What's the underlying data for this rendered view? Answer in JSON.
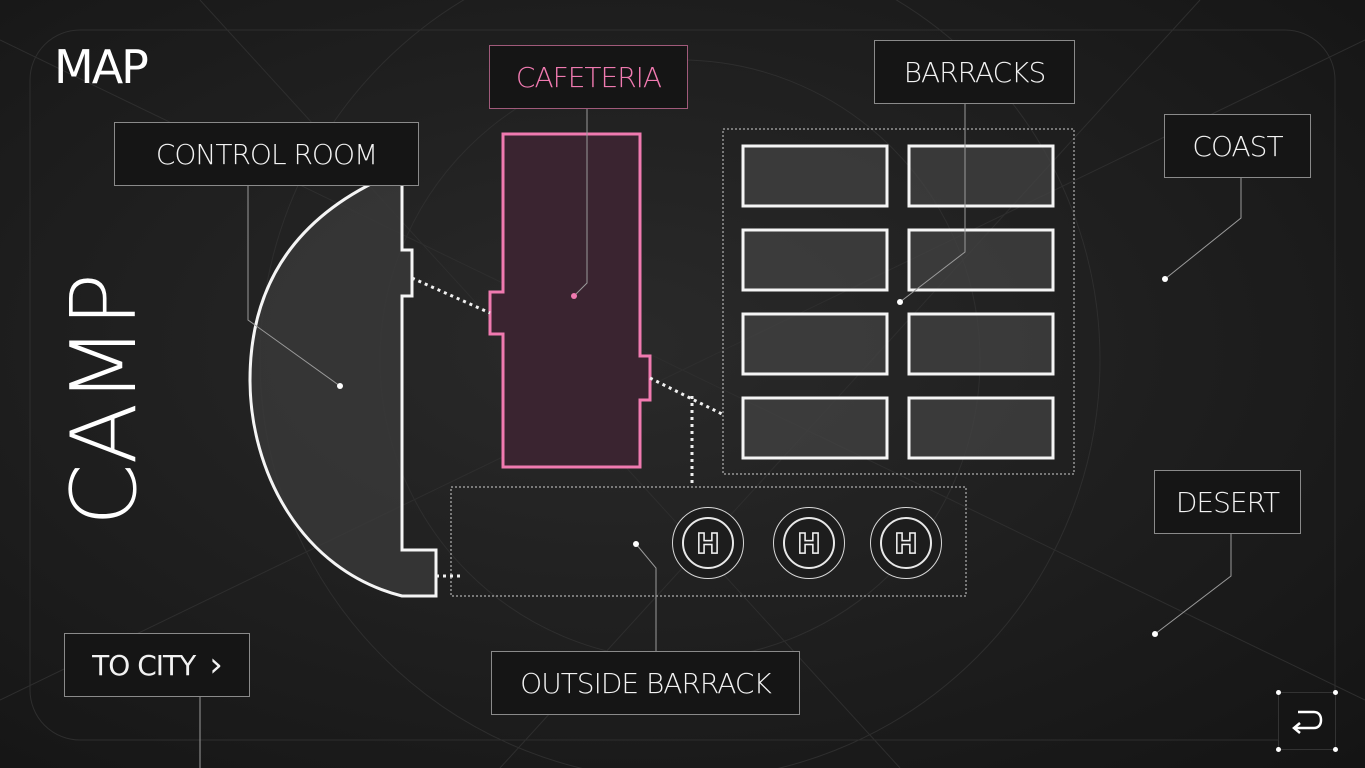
{
  "header": {
    "title": "MAP"
  },
  "area": {
    "name": "CAMP"
  },
  "locations": {
    "cafeteria": "CAFETERIA",
    "barracks": "BARRACKS",
    "control_room": "CONTROL ROOM",
    "coast": "COAST",
    "desert": "DESERT",
    "outside_barrack": "OUTSIDE BARRACK"
  },
  "helipads": [
    "H",
    "H",
    "H"
  ],
  "navigation": {
    "to_city_label": "TO CITY",
    "to_city_arrow": "›"
  },
  "colors": {
    "accent": "#f07ab0",
    "outline": "#f2f2f2"
  },
  "icons": {
    "back": "return-arrow-icon",
    "helipad": "helipad-icon"
  }
}
